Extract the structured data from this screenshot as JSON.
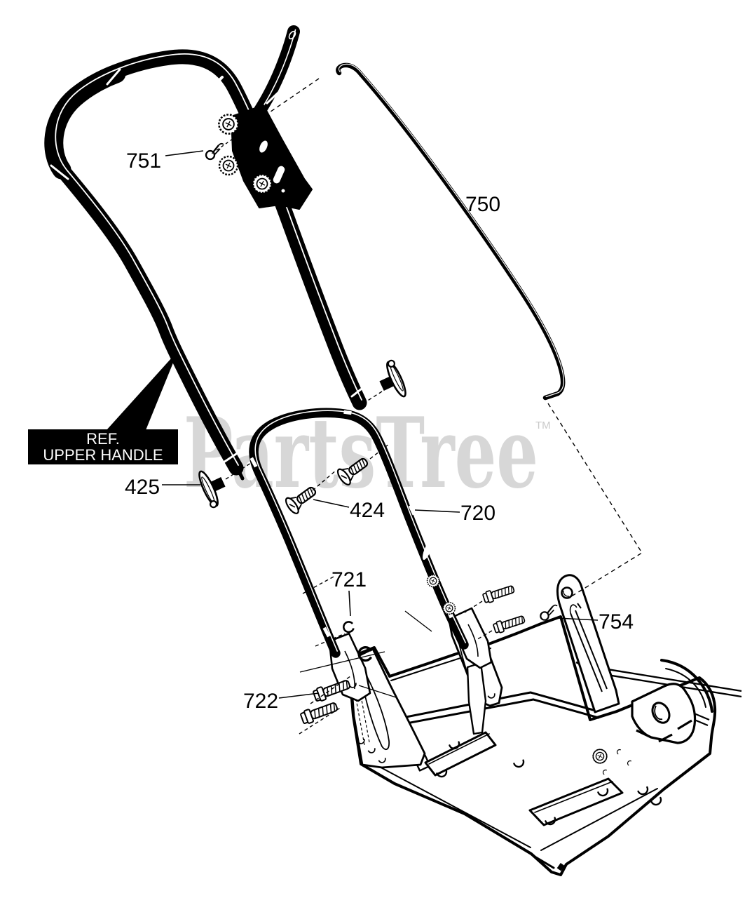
{
  "watermark": {
    "text": "PartsTree",
    "tm": "TM",
    "color": "#d7d7d7"
  },
  "ref_box": {
    "line1": "REF.",
    "line2": "UPPER HANDLE",
    "bg": "#000000",
    "text_color": "#ffffff"
  },
  "labels": {
    "751": "751",
    "750": "750",
    "425": "425",
    "424": "424",
    "720": "720",
    "721": "721",
    "722": "722",
    "754": "754"
  },
  "colors": {
    "ink": "#000000",
    "paper": "#ffffff",
    "watermark": "#d7d7d7"
  }
}
